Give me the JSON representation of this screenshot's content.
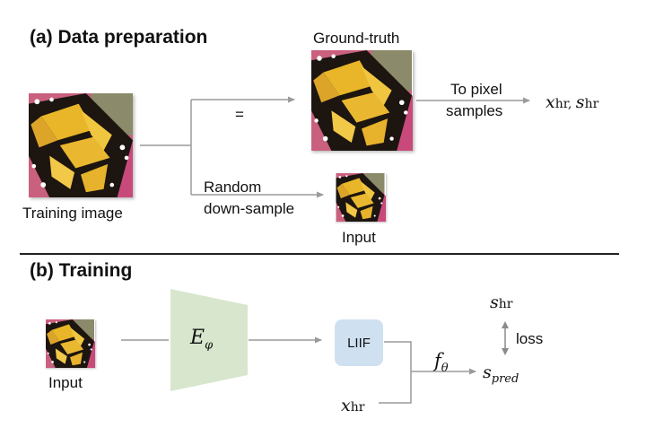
{
  "section_a": {
    "title": "(a) Data preparation",
    "training_image_label": "Training image",
    "equals": "=",
    "ground_truth_label": "Ground-truth",
    "to_pixel_label_line1": "To pixel",
    "to_pixel_label_line2": "samples",
    "output_x": "x",
    "output_x_sub": "hr",
    "output_s": "s",
    "output_s_sub": "hr",
    "random_label_line1": "Random",
    "random_label_line2": "down-sample",
    "input_label": "Input"
  },
  "section_b": {
    "title": "(b) Training",
    "input_label": "Input",
    "encoder_symbol": "E",
    "encoder_sub": "φ",
    "liif_label": "LIIF",
    "f_symbol": "f",
    "f_sub": "θ",
    "x_symbol": "x",
    "x_sub": "hr",
    "s_hr_symbol": "s",
    "s_hr_sub": "hr",
    "loss_label": "loss",
    "s_pred_symbol": "s",
    "s_pred_sub": "pred"
  },
  "colors": {
    "arrow": "#9a9a9a",
    "divider": "#222222",
    "encoder_fill": "#d8e6cd",
    "liif_fill": "#cfe1f1"
  },
  "icons": [
    "butterfly-image",
    "arrow-right-icon",
    "double-arrow-icon"
  ]
}
